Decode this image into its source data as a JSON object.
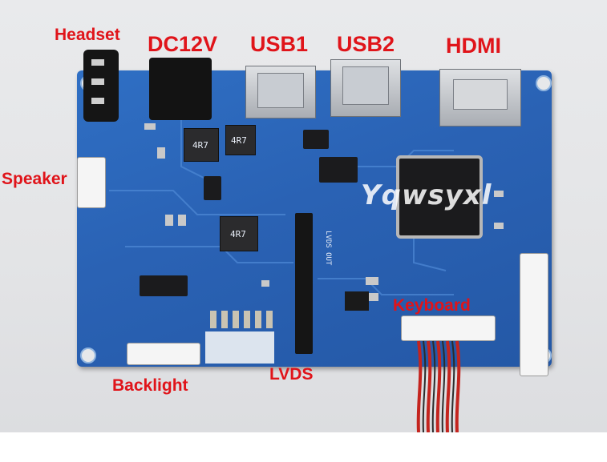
{
  "labels": {
    "headset": "Headset",
    "dc12v": "DC12V",
    "usb1": "USB1",
    "usb2": "USB2",
    "hdmi": "HDMI",
    "speaker": "Speaker",
    "keyboard": "Keyboard",
    "backlight": "Backlight",
    "lvds": "LVDS"
  },
  "watermark": "Yqwsyxl",
  "silkscreen": {
    "inductor_1": "4R7",
    "inductor_2": "4R7",
    "inductor_3": "4R7",
    "lvds_out": "LVDS OUT"
  },
  "colors": {
    "pcb": "#2a62b4",
    "label": "#e0141a",
    "cable_red": "#c4241e"
  }
}
